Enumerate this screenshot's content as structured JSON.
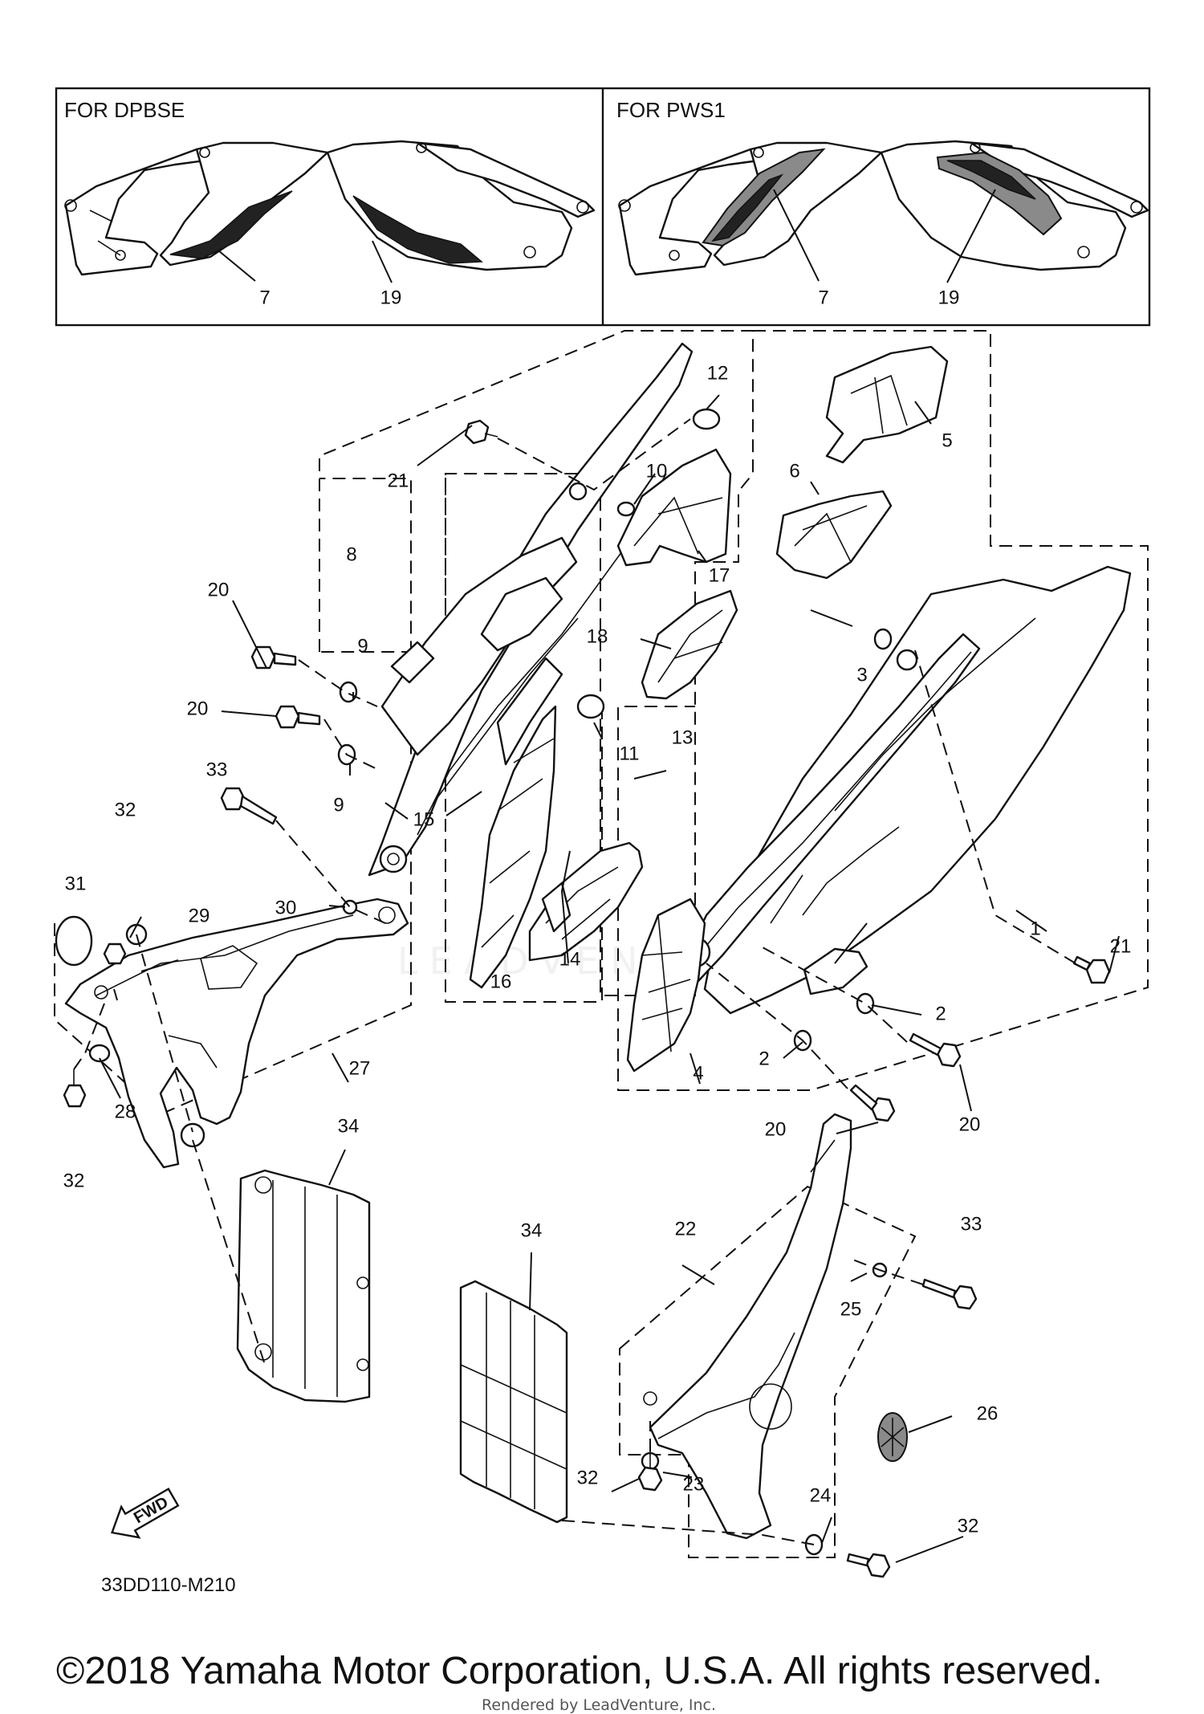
{
  "inset_headers": {
    "left": "FOR DPBSE",
    "right": "FOR PWS1"
  },
  "inset_callouts": {
    "dpbse_left": "7",
    "dpbse_right": "19",
    "pws1_left": "7",
    "pws1_right": "19"
  },
  "callouts": {
    "c1": "1",
    "c2a": "2",
    "c2b": "2",
    "c3": "3",
    "c4": "4",
    "c5": "5",
    "c6": "6",
    "c8": "8",
    "c9a": "9",
    "c9b": "9",
    "c10": "10",
    "c11": "11",
    "c12": "12",
    "c13": "13",
    "c14": "14",
    "c15": "15",
    "c16": "16",
    "c17": "17",
    "c18": "18",
    "c20a": "20",
    "c20b": "20",
    "c20c": "20",
    "c20d": "20",
    "c21a": "21",
    "c21b": "21",
    "c22": "22",
    "c23": "23",
    "c24": "24",
    "c25": "25",
    "c26": "26",
    "c27": "27",
    "c28": "28",
    "c29": "29",
    "c30": "30",
    "c31": "31",
    "c32a": "32",
    "c32b": "32",
    "c32c": "32",
    "c32d": "32",
    "c33a": "33",
    "c33b": "33",
    "c34a": "34",
    "c34b": "34"
  },
  "fwd_label": "FWD",
  "diagram_code": "33DD110-M210",
  "watermark": "LEADVENTURE",
  "copyright": "©2018 Yamaha Motor Corporation, U.S.A. All rights reserved.",
  "rendered_by": "Rendered by LeadVenture, Inc."
}
